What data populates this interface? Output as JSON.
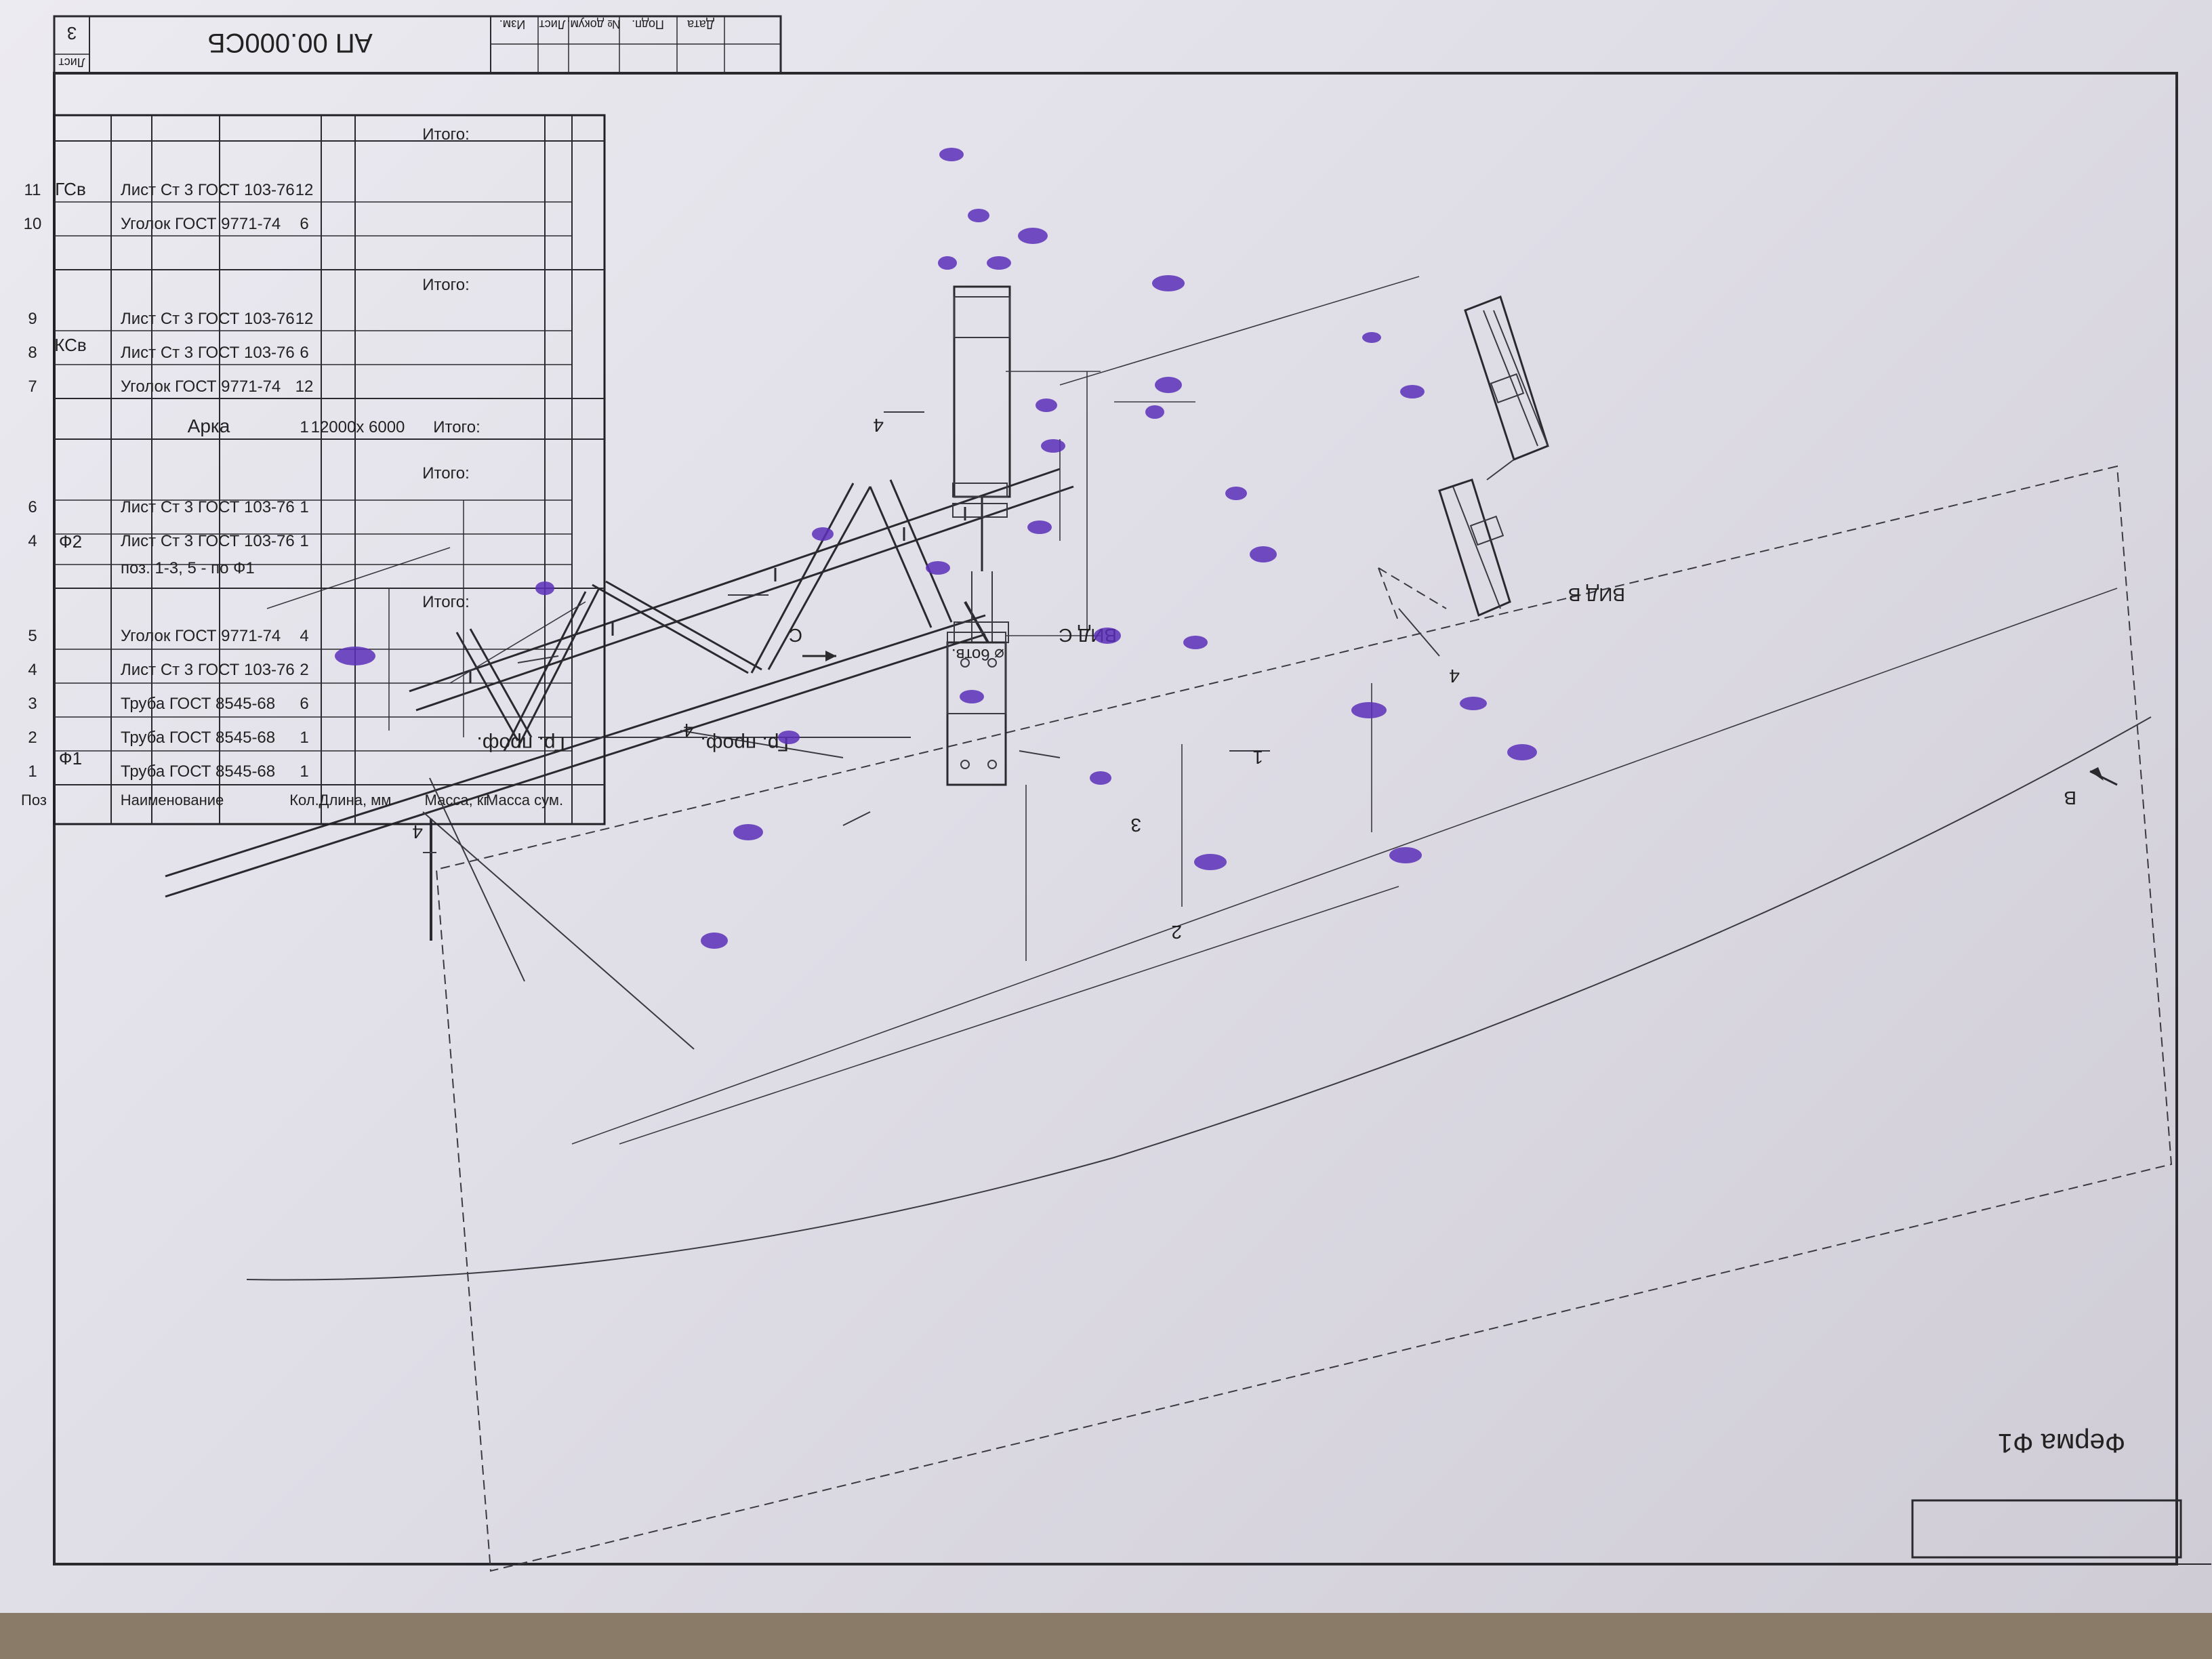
{
  "title_block": {
    "doc_code": "АП 00.000СБ",
    "sheet_label": "Лист",
    "sheet_no": "3",
    "revision_headers": [
      "Изм.",
      "Лист",
      "№ докум.",
      "Подп.",
      "Дата"
    ]
  },
  "drawing_title": "Ферма Ф1",
  "view_labels": {
    "view_c": "ВИД С",
    "view_b": "ВИД В",
    "arrow_c": "С",
    "arrow_b": "В"
  },
  "annotations": {
    "profile_1": "Гр. проф.",
    "profile_2": "Гр. проф.",
    "diameter": "⌀ 6отв.",
    "callouts": [
      "1",
      "2",
      "3",
      "4",
      "4",
      "4",
      "4"
    ]
  },
  "spec_table": {
    "headers": [
      "Поз",
      "Наименование",
      "Кол.",
      "Длина, мм",
      "Масса, кг",
      "Масса сум."
    ],
    "groups": [
      {
        "name": "Ф1",
        "rows": [
          {
            "pos": "1",
            "name": "Труба ГОСТ 8545-68",
            "qty": "1"
          },
          {
            "pos": "2",
            "name": "Труба ГОСТ 8545-68",
            "qty": "1"
          },
          {
            "pos": "3",
            "name": "Труба ГОСТ 8545-68",
            "qty": "6"
          },
          {
            "pos": "4",
            "name": "Лист Ст 3 ГОСТ 103-76",
            "qty": "2"
          },
          {
            "pos": "5",
            "name": "Уголок ГОСТ 9771-74",
            "qty": "4"
          }
        ],
        "total_label": "Итого:"
      },
      {
        "name": "Ф2",
        "rows": [
          {
            "pos": "",
            "name": "поз. 1-3, 5 - по Ф1",
            "qty": ""
          },
          {
            "pos": "4",
            "name": "Лист Ст 3 ГОСТ 103-76",
            "qty": "1"
          },
          {
            "pos": "6",
            "name": "Лист Ст 3 ГОСТ 103-76",
            "qty": "1"
          }
        ],
        "total_label": "Итого:"
      },
      {
        "name": "",
        "rows": [
          {
            "pos": "",
            "name": "Арка",
            "qty": "1",
            "length": "12000х 6000",
            "mass": "Итого:"
          }
        ],
        "total_label": ""
      },
      {
        "name": "КСв",
        "rows": [
          {
            "pos": "7",
            "name": "Уголок ГОСТ 9771-74",
            "qty": "12"
          },
          {
            "pos": "8",
            "name": "Лист Ст 3 ГОСТ 103-76",
            "qty": "6"
          },
          {
            "pos": "9",
            "name": "Лист Ст 3 ГОСТ 103-76",
            "qty": "12"
          }
        ],
        "total_label": "Итого:"
      },
      {
        "name": "ГСв",
        "rows": [
          {
            "pos": "10",
            "name": "Уголок ГОСТ 9771-74",
            "qty": "6"
          },
          {
            "pos": "11",
            "name": "Лист Ст 3 ГОСТ 103-76",
            "qty": "12"
          }
        ],
        "total_label": "Итого:"
      }
    ]
  },
  "colors": {
    "paper": "#e6e4ec",
    "ink": "#2a2a2e",
    "stamp": "#5b2fb8",
    "table": "#1f1f24"
  }
}
